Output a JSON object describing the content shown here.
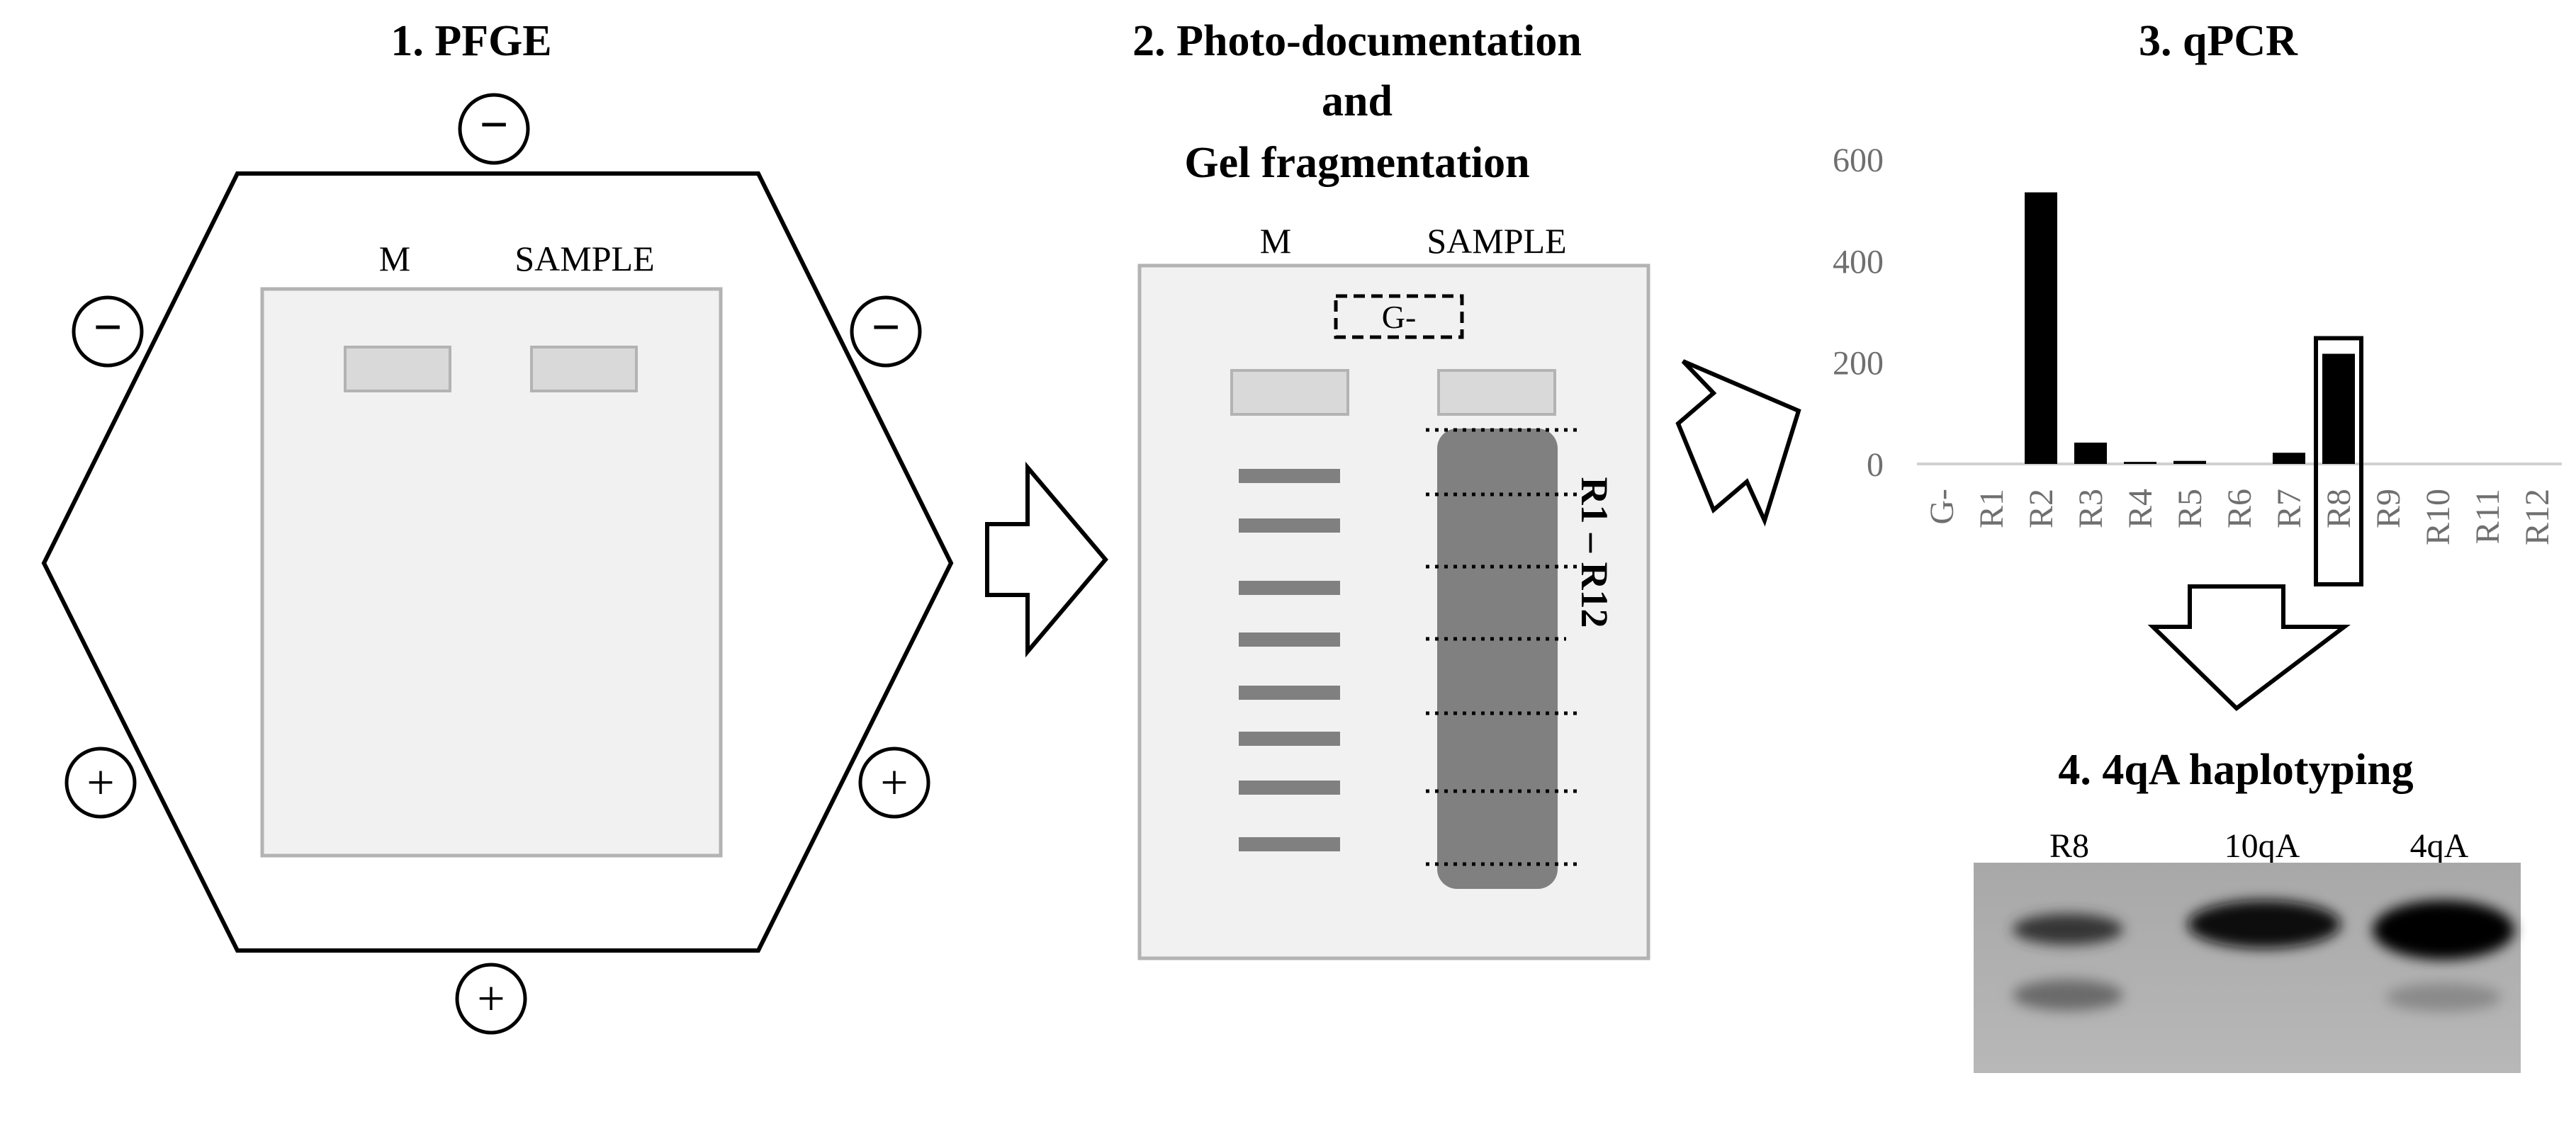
{
  "panel1": {
    "title": "1. PFGE",
    "lane_m": "M",
    "lane_sample": "SAMPLE",
    "pole_minus": "−",
    "pole_plus": "+"
  },
  "panel2": {
    "title_line1": "2. Photo-documentation",
    "title_line2": "and",
    "title_line3": "Gel fragmentation",
    "lane_m": "M",
    "lane_sample": "SAMPLE",
    "neg_control": "G-",
    "range_label": "R1 – R12"
  },
  "panel3": {
    "title": "3. qPCR",
    "highlight_category": "R8"
  },
  "panel4": {
    "title": "4. 4qA haplotyping",
    "lanes": [
      "R8",
      "10qA",
      "4qA"
    ]
  },
  "chart_data": {
    "type": "bar",
    "categories": [
      "G-",
      "R1",
      "R2",
      "R3",
      "R4",
      "R5",
      "R6",
      "R7",
      "R8",
      "R9",
      "R10",
      "R11",
      "R12"
    ],
    "values": [
      0,
      0,
      535,
      42,
      4,
      6,
      0,
      22,
      217,
      0,
      0,
      0,
      0
    ],
    "ylim": [
      0,
      600
    ],
    "yticks": [
      0,
      200,
      400,
      600
    ],
    "title": "",
    "xlabel": "",
    "ylabel": "",
    "bar_color": "#000000",
    "grid": false
  }
}
